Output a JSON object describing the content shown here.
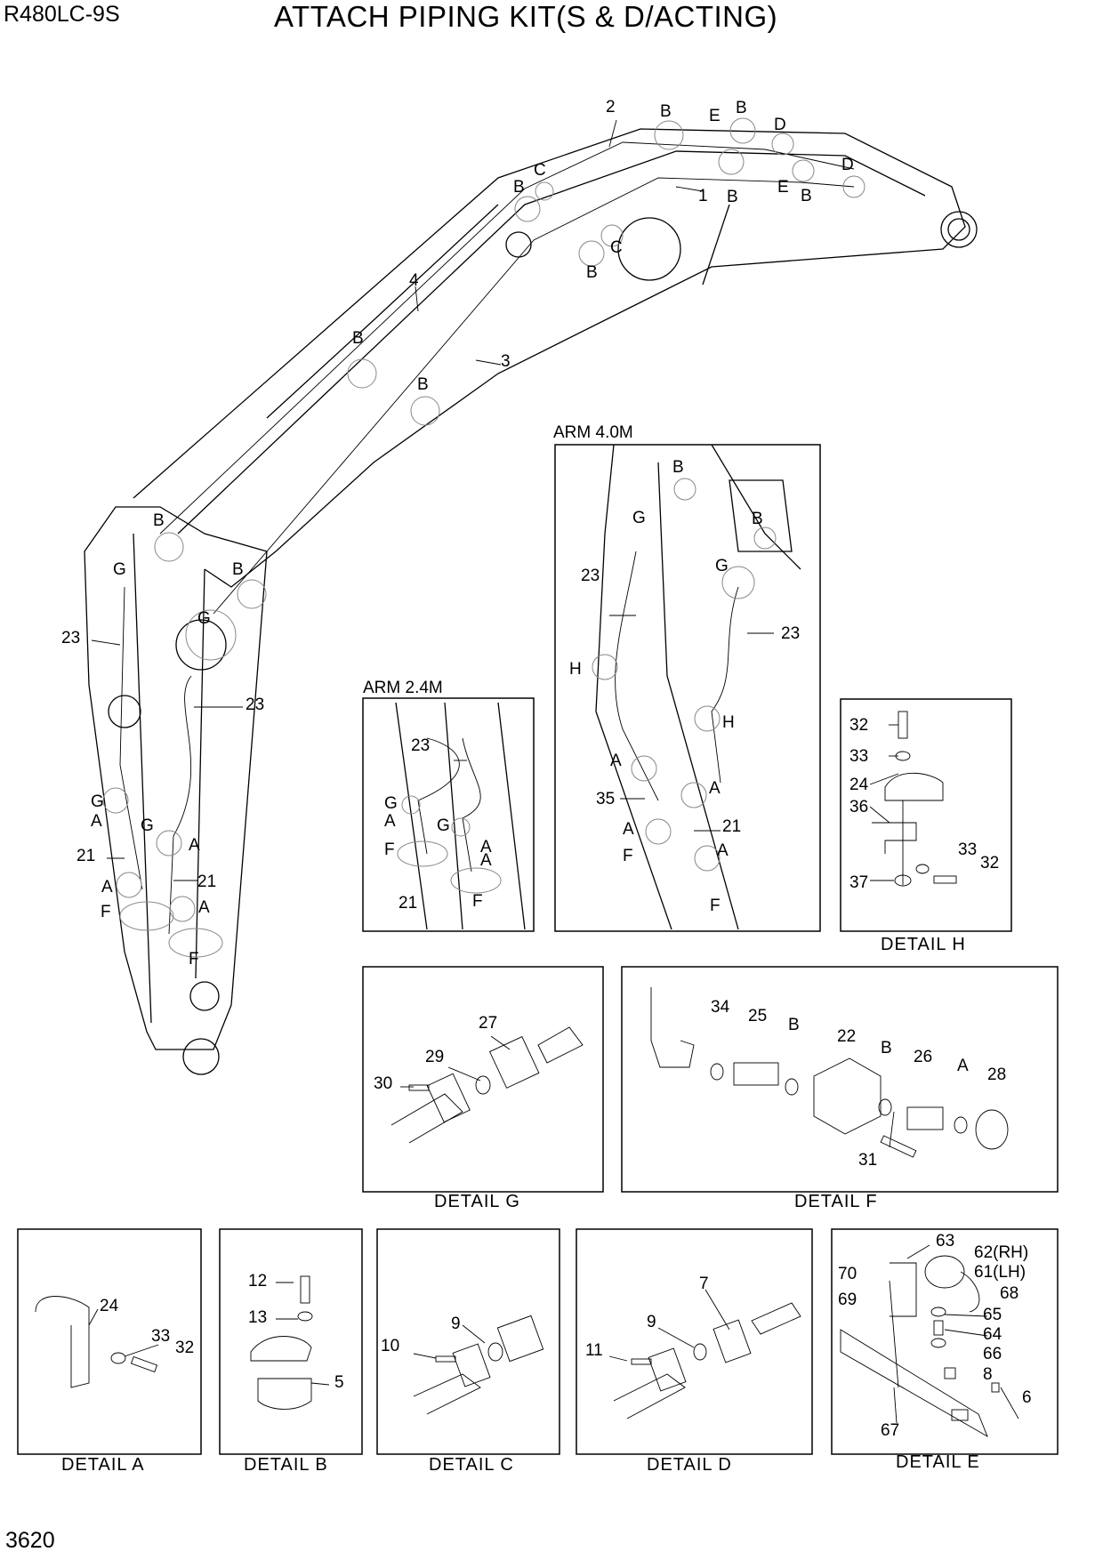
{
  "header": {
    "model": "R480LC-9S",
    "title": "ATTACH PIPING KIT(S & D/ACTING)"
  },
  "footer": {
    "page_number": "3620"
  },
  "insets": {
    "arm_40": "ARM 4.0M",
    "arm_24": "ARM 2.4M"
  },
  "details": {
    "h": "DETAIL  H",
    "g": "DETAIL  G",
    "f": "DETAIL  F",
    "a": "DETAIL  A",
    "b": "DETAIL  B",
    "c": "DETAIL  C",
    "d": "DETAIL  D",
    "e": "DETAIL  E"
  },
  "callouts": {
    "main": [
      "2",
      "B",
      "E",
      "B",
      "D",
      "C",
      "B",
      "D",
      "1",
      "B",
      "E",
      "B",
      "C",
      "B",
      "4",
      "B",
      "3",
      "B",
      "B",
      "G",
      "B",
      "23",
      "G",
      "23",
      "G",
      "A",
      "G",
      "A",
      "21",
      "A",
      "21",
      "F",
      "A",
      "F"
    ],
    "arm24": [
      "23",
      "G",
      "A",
      "G",
      "F",
      "A",
      "21",
      "A",
      "F"
    ],
    "arm40": [
      "B",
      "G",
      "B",
      "23",
      "G",
      "23",
      "H",
      "H",
      "A",
      "35",
      "A",
      "A",
      "21",
      "A",
      "F",
      "F"
    ],
    "detail_h": [
      "32",
      "33",
      "24",
      "36",
      "33",
      "32",
      "37"
    ],
    "detail_g": [
      "27",
      "29",
      "30"
    ],
    "detail_f": [
      "34",
      "25",
      "B",
      "22",
      "B",
      "26",
      "A",
      "28",
      "31"
    ],
    "detail_a": [
      "24",
      "33",
      "32"
    ],
    "detail_b": [
      "12",
      "13",
      "5"
    ],
    "detail_c": [
      "9",
      "10"
    ],
    "detail_d": [
      "7",
      "9",
      "11"
    ],
    "detail_e": [
      "63",
      "62(RH)",
      "61(LH)",
      "70",
      "69",
      "68",
      "65",
      "64",
      "66",
      "8",
      "6",
      "67"
    ]
  }
}
